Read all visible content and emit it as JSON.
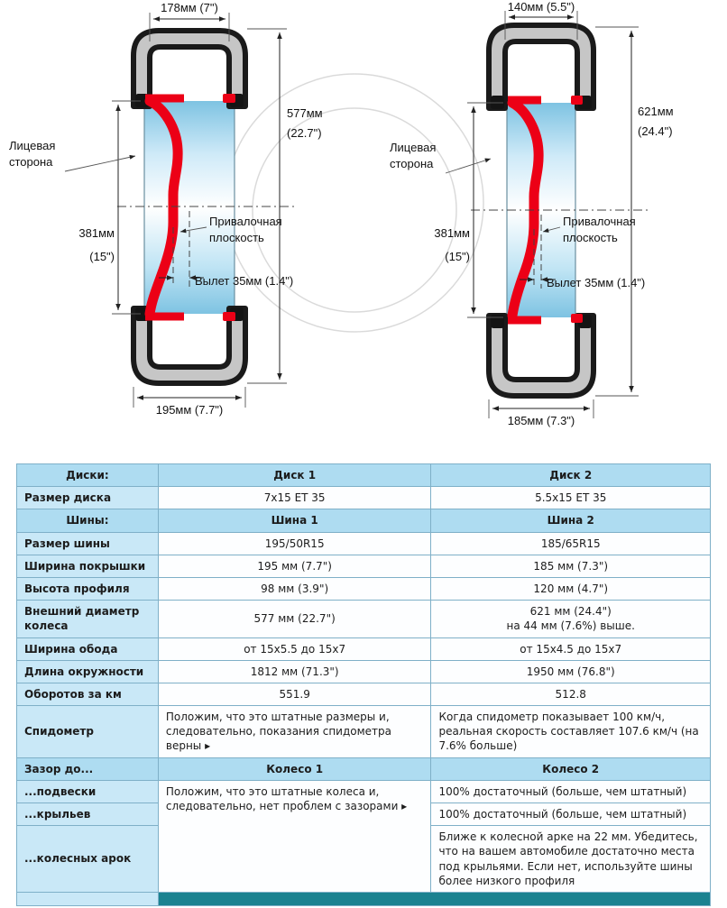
{
  "diagram": {
    "wheel1": {
      "rim_width_label": "178мм (7\")",
      "outer_diameter_value": "577мм",
      "outer_diameter_inches": "(22.7\")",
      "rim_diameter_value": "381мм",
      "rim_diameter_inches": "(15\")",
      "face_side_line1": "Лицевая",
      "face_side_line2": "сторона",
      "mounting_plane_line1": "Привалочная",
      "mounting_plane_line2": "плоскость",
      "offset_label": "Вылет 35мм (1.4\")",
      "tire_width_label": "195мм (7.7\")"
    },
    "wheel2": {
      "rim_width_label": "140мм (5.5\")",
      "outer_diameter_value": "621мм",
      "outer_diameter_inches": "(24.4\")",
      "rim_diameter_value": "381мм",
      "rim_diameter_inches": "(15\")",
      "face_side_line1": "Лицевая",
      "face_side_line2": "сторона",
      "mounting_plane_line1": "Привалочная",
      "mounting_plane_line2": "плоскость",
      "offset_label": "Вылет 35мм (1.4\")",
      "tire_width_label": "185мм (7.3\")"
    }
  },
  "table": {
    "rows": [
      {
        "c0": "Диски:",
        "c1": "Диск 1",
        "c2": "Диск 2"
      },
      {
        "c0": "Размер диска",
        "c1": "7x15 ET 35",
        "c2": "5.5x15 ET 35"
      },
      {
        "c0": "Шины:",
        "c1": "Шина 1",
        "c2": "Шина 2"
      },
      {
        "c0": "Размер шины",
        "c1": "195/50R15",
        "c2": "185/65R15"
      },
      {
        "c0": "Ширина покрышки",
        "c1": "195 мм (7.7\")",
        "c2": "185 мм (7.3\")"
      },
      {
        "c0": "Высота профиля",
        "c1": "98 мм (3.9\")",
        "c2": "120 мм (4.7\")"
      },
      {
        "c0": "Внешний диаметр колеса",
        "c1": "577 мм (22.7\")",
        "c2": "621 мм (24.4\")\nна 44 мм (7.6%) выше."
      },
      {
        "c0": "Ширина обода",
        "c1": "от 15x5.5 до 15x7",
        "c2": "от 15x4.5 до 15x7"
      },
      {
        "c0": "Длина окружности",
        "c1": "1812 мм (71.3\")",
        "c2": "1950 мм (76.8\")"
      },
      {
        "c0": "Оборотов за км",
        "c1": "551.9",
        "c2": "512.8"
      },
      {
        "c0": "Спидометр",
        "c1": "Положим, что это штатные размеры и, следовательно, показания спидометра верны ▸",
        "c2": "Когда спидометр показывает 100 км/ч, реальная скорость составляет 107.6 км/ч (на 7.6% больше)"
      },
      {
        "c0": "Зазор до...",
        "c1": "Колесо 1",
        "c2": "Колесо 2"
      },
      {
        "c0": "...подвески",
        "c1": "Положим, что это штатные колеса и, следовательно, нет проблем с зазорами ▸",
        "c2": "100% достаточный (больше, чем штатный)"
      },
      {
        "c0": "...крыльев",
        "c2": "100% достаточный (больше, чем штатный)"
      },
      {
        "c0": "...колесных арок",
        "c2": "Ближе к колесной арке на 22 мм. Убедитесь, что на вашем автомобиле достаточно места под крыльями. Если нет, используйте шины более низкого профиля"
      }
    ]
  },
  "colors": {
    "rim_red": "#ec0016",
    "barrel_blue": "#7ec3e2",
    "table_header_bg": "#aedcf1",
    "table_label_bg": "#c9e8f7",
    "table_border": "#7fb0c8",
    "bottom_strip_teal": "#1b8290"
  }
}
